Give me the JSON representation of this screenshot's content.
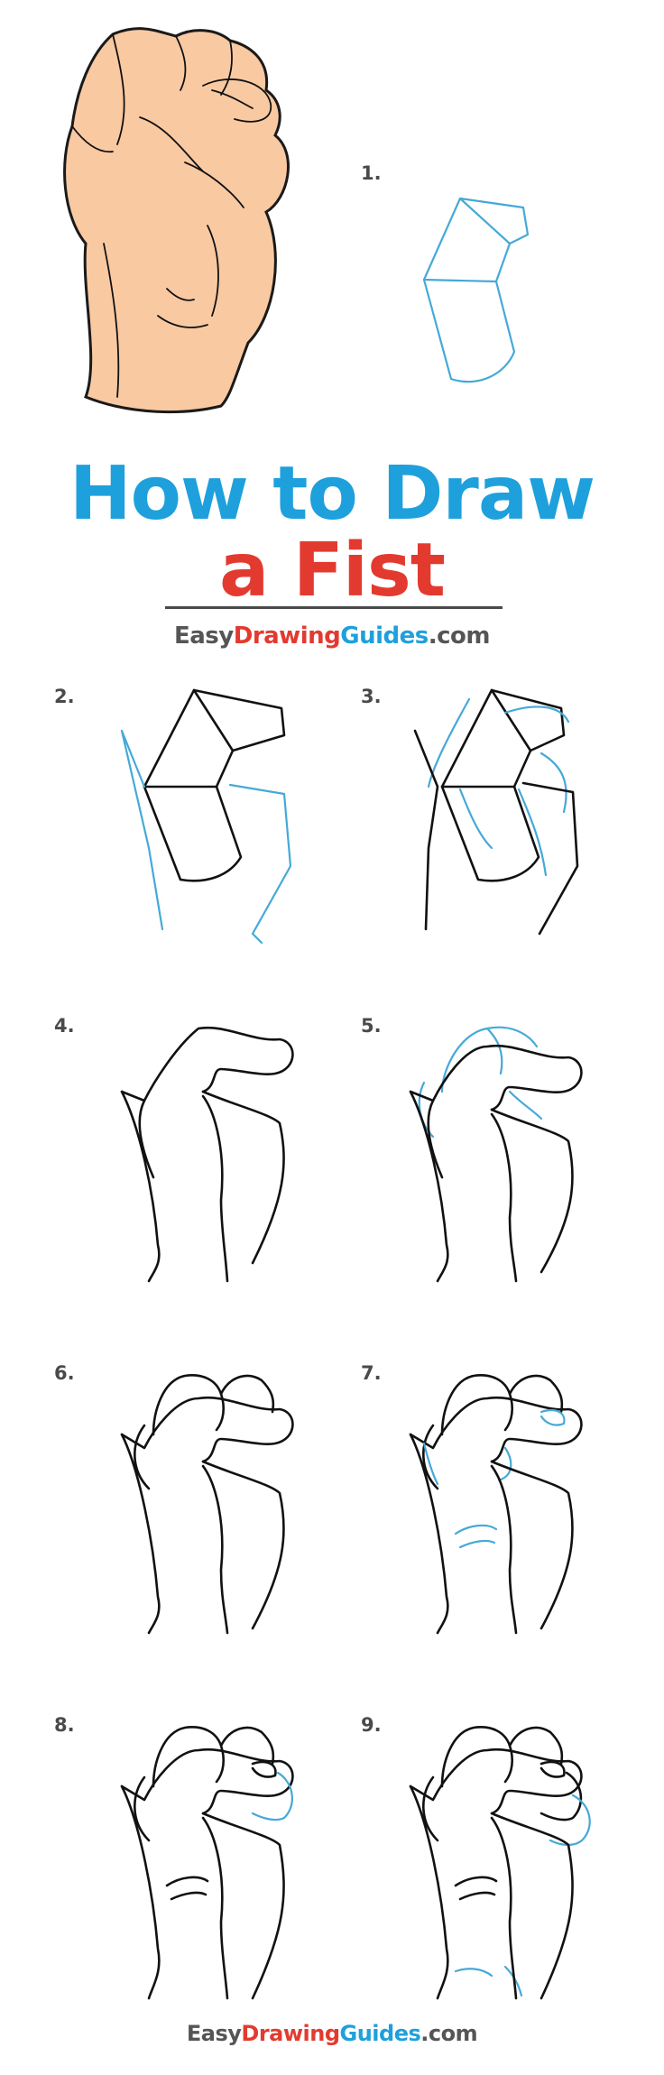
{
  "title": {
    "line1": "How to Draw",
    "line2": "a Fist"
  },
  "brand_top": {
    "part1": "Easy",
    "part2": "Drawing",
    "part3": "Guides",
    "part4": ".com"
  },
  "brand_bottom": {
    "part1": "Easy",
    "part2": "Drawing",
    "part3": "Guides",
    "part4": ".com"
  },
  "steps": [
    {
      "label": "1."
    },
    {
      "label": "2."
    },
    {
      "label": "3."
    },
    {
      "label": "4."
    },
    {
      "label": "5."
    },
    {
      "label": "6."
    },
    {
      "label": "7."
    },
    {
      "label": "8."
    },
    {
      "label": "9."
    }
  ],
  "colors": {
    "title_blue": "#1ea0dc",
    "title_red": "#e33a2f",
    "guide_blue": "#45a9d8",
    "skin": "#f9c9a2",
    "ink": "#111111"
  }
}
